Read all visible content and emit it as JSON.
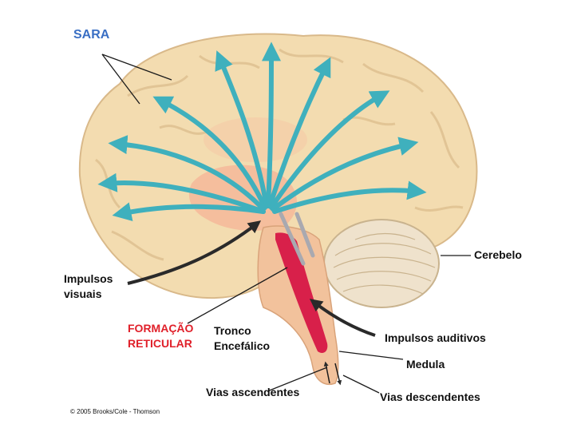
{
  "colors": {
    "cortex": "#f3dcb0",
    "cortex_shadow": "#e6c48e",
    "thalamus": "#f4b99a",
    "brainstem": "#f2c29c",
    "reticular": "#d8204a",
    "cerebellum": "#efe2cc",
    "arrow_sara": "#3fb0bd",
    "arrow_input": "#2a2a2a",
    "label_blue": "#3a6fc4",
    "label_red": "#e0202a"
  },
  "labels": {
    "sara": "SARA",
    "cerebelo": "Cerebelo",
    "impulsos_visuais": [
      "Impulsos",
      "visuais"
    ],
    "formacao_reticular": [
      "FORMAÇÃO",
      "RETICULAR"
    ],
    "tronco_encefalico": [
      "Tronco",
      "Encefálico"
    ],
    "impulsos_auditivos": "Impulsos auditivos",
    "medula": "Medula",
    "vias_ascendentes": "Vias ascendentes",
    "vias_descendentes": "Vias descendentes",
    "copyright": "© 2005 Brooks/Cole - Thomson"
  }
}
